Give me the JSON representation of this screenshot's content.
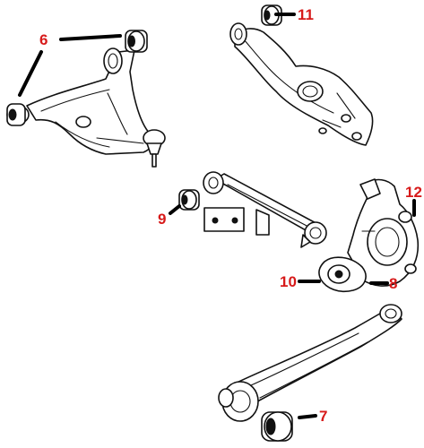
{
  "callouts": [
    {
      "label": "6"
    },
    {
      "label": "11"
    },
    {
      "label": "12"
    },
    {
      "label": "9"
    },
    {
      "label": "10"
    },
    {
      "label": "8"
    },
    {
      "label": "7"
    }
  ],
  "colors": {
    "callout_text": "#d71a1a",
    "leader_line": "#000000",
    "line_art": "#111111",
    "background": "#ffffff"
  }
}
